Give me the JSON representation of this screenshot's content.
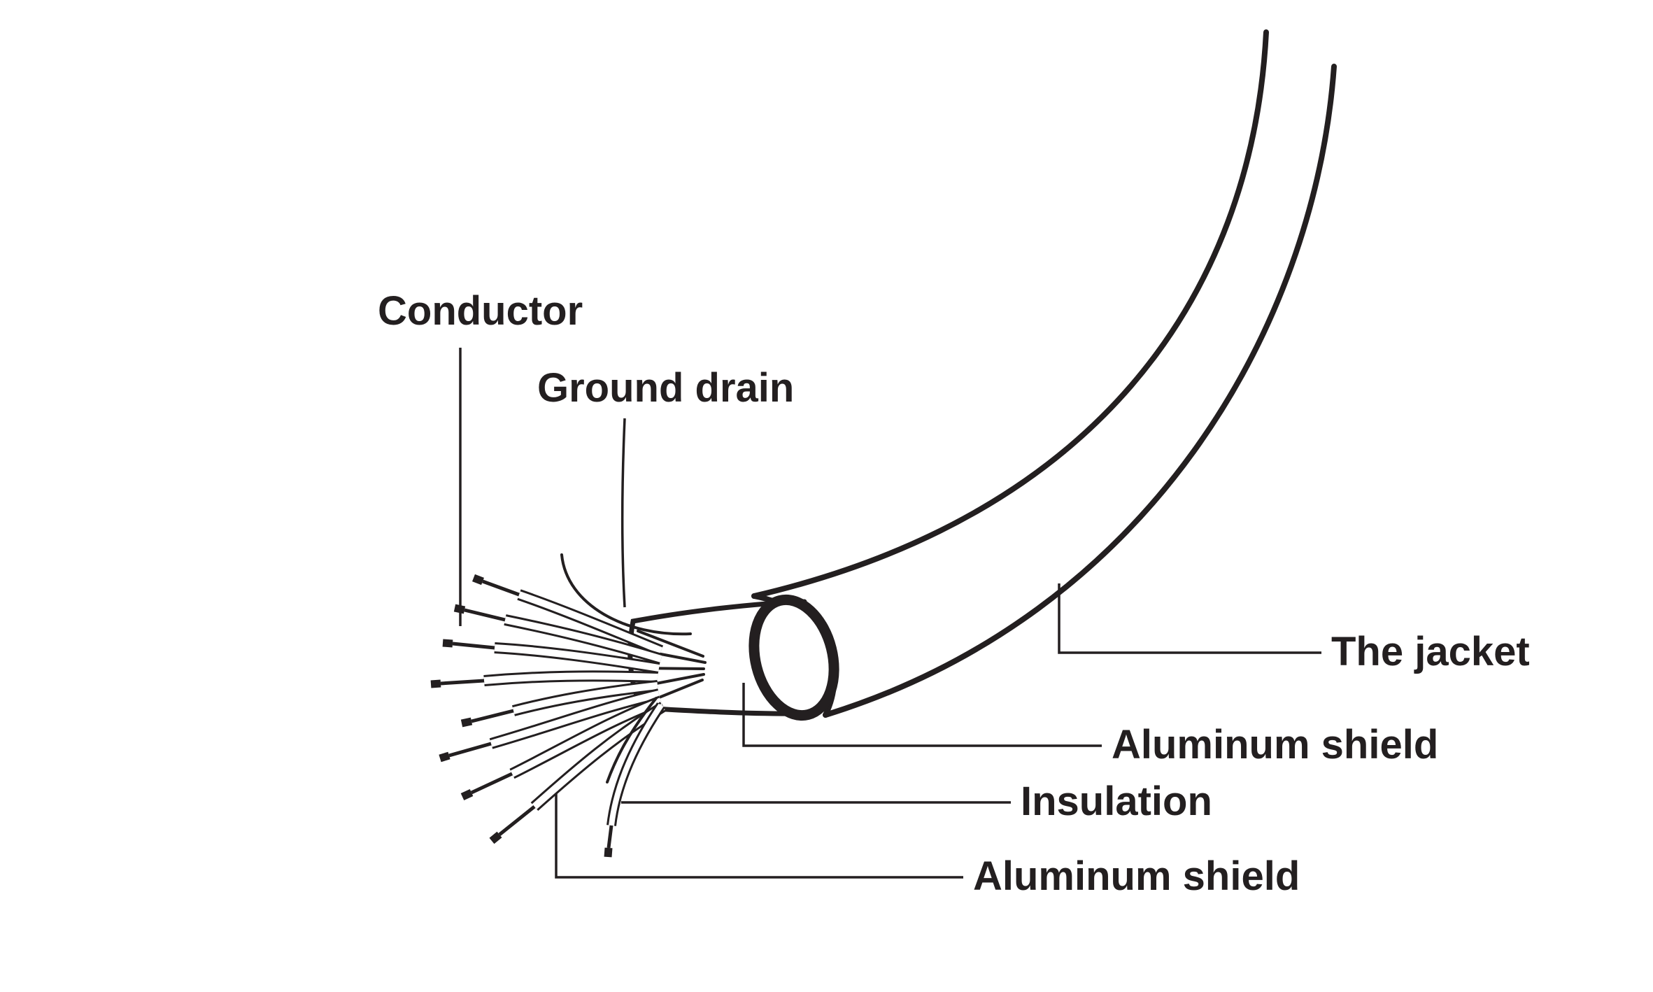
{
  "diagram": {
    "type": "cable-cutaway-diagram",
    "subject": "shielded multi-conductor cable",
    "colors": {
      "line": "#231f20",
      "background": "#ffffff"
    },
    "labels": {
      "conductor": "Conductor",
      "ground_drain": "Ground drain",
      "the_jacket": "The jacket",
      "aluminum_shield_outer": "Aluminum shield",
      "insulation": "Insulation",
      "aluminum_shield_pair": "Aluminum shield"
    }
  }
}
